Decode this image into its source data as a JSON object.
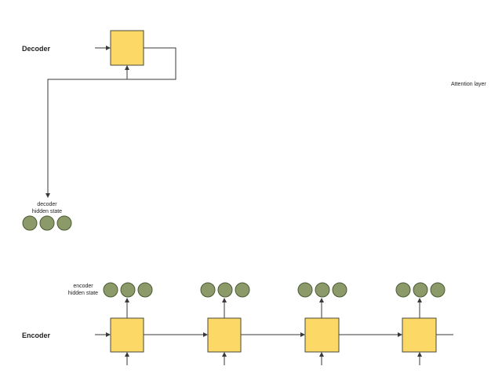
{
  "labels": {
    "decoder": "Decoder",
    "encoder": "Encoder",
    "attention_layer": "Attention layer",
    "decoder_hidden_line1": "decoder",
    "decoder_hidden_line2": "hidden state",
    "encoder_hidden_line1": "encoder",
    "encoder_hidden_line2": "hidden state"
  },
  "colors": {
    "cell_fill": "#fcd866",
    "cell_stroke": "#4a4a3a",
    "state_fill": "#8c9a6a",
    "state_stroke": "#4a5a35",
    "line": "#3a3a3a"
  }
}
